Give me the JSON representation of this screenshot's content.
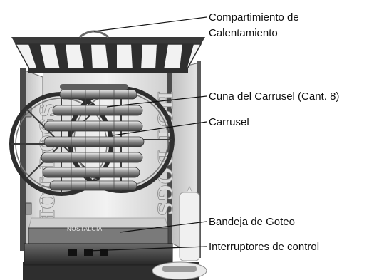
{
  "product": {
    "brand_plate": "NOSTALGIA",
    "side_text": "HOT DOGS"
  },
  "callouts": [
    {
      "id": "compartment",
      "lines": [
        "Compartimiento de",
        "Calentamiento"
      ]
    },
    {
      "id": "carousel-cradle",
      "lines": [
        "Cuna del Carrusel (Cant. 8)"
      ]
    },
    {
      "id": "carousel",
      "lines": [
        "Carrusel"
      ]
    },
    {
      "id": "drip-tray",
      "lines": [
        "Bandeja de Goteo"
      ]
    },
    {
      "id": "control-switches",
      "lines": [
        "Interruptores de control"
      ]
    }
  ],
  "colors": {
    "metal_dark": "#3a3a3a",
    "metal_mid": "#8c8c8c",
    "stripe_light": "#f2f2f2",
    "glass": "#e4e4e4"
  }
}
